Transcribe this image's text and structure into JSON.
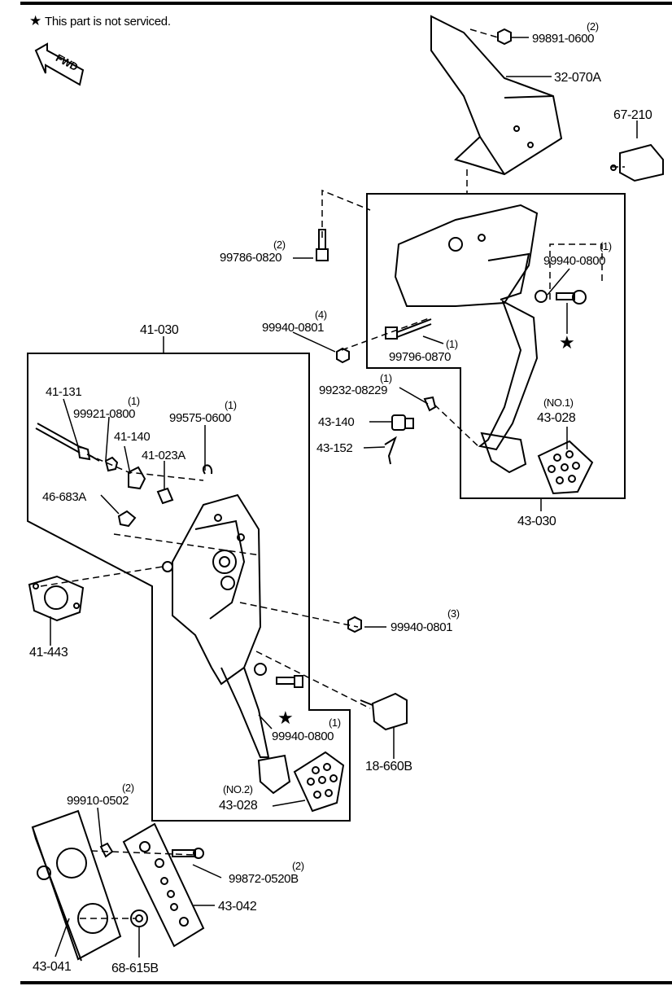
{
  "note": {
    "symbol": "★",
    "text": "This part is not serviced."
  },
  "fwd_label": "FWD",
  "callouts": {
    "p99891": {
      "qty": "(2)",
      "code": "99891-0600"
    },
    "p32070A": {
      "code": "32-070A"
    },
    "p67210": {
      "code": "67-210"
    },
    "p99786": {
      "qty": "(2)",
      "code": "99786-0820"
    },
    "p99940_0800_top": {
      "qty": "(1)",
      "code": "99940-0800"
    },
    "p99940_0801_4": {
      "qty": "(4)",
      "code": "99940-0801"
    },
    "p99796": {
      "qty": "(1)",
      "code": "99796-0870"
    },
    "p41030": {
      "code": "41-030"
    },
    "p41131": {
      "code": "41-131"
    },
    "p99921": {
      "qty": "(1)",
      "code": "99921-0800"
    },
    "p99575": {
      "qty": "(1)",
      "code": "99575-0600"
    },
    "p41140": {
      "code": "41-140"
    },
    "p41023A": {
      "code": "41-023A"
    },
    "p46683A": {
      "code": "46-683A"
    },
    "p99232": {
      "qty": "(1)",
      "code": "99232-08229"
    },
    "p43140": {
      "code": "43-140"
    },
    "p43152": {
      "code": "43-152"
    },
    "p43028_no1": {
      "qty": "(NO.1)",
      "code": "43-028"
    },
    "p43030": {
      "code": "43-030"
    },
    "p41443": {
      "code": "41-443"
    },
    "p99940_0801_3": {
      "qty": "(3)",
      "code": "99940-0801"
    },
    "p99940_0800_bot": {
      "qty": "(1)",
      "code": "99940-0800"
    },
    "p18660B": {
      "code": "18-660B"
    },
    "p43028_no2": {
      "qty": "(NO.2)",
      "code": "43-028"
    },
    "p99910": {
      "qty": "(2)",
      "code": "99910-0502"
    },
    "p99872": {
      "qty": "(2)",
      "code": "99872-0520B"
    },
    "p43042": {
      "code": "43-042"
    },
    "p43041": {
      "code": "43-041"
    },
    "p68615B": {
      "code": "68-615B"
    }
  }
}
